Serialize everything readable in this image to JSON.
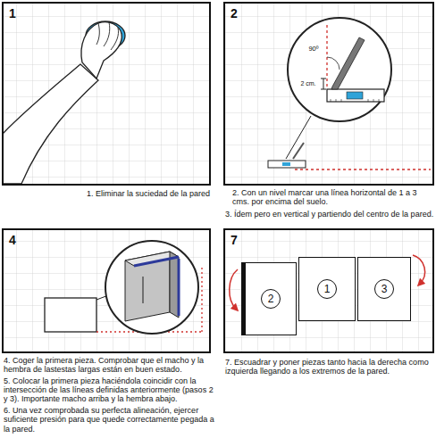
{
  "diagram": {
    "nodes": [
      {
        "text": [
          "1"
        ]
      },
      {
        "text": [
          "2"
        ]
      },
      {
        "text": [
          "4"
        ]
      },
      {
        "text": [
          "7"
        ]
      },
      {
        "text": [
          "2"
        ],
        "in": 3
      },
      {
        "text": [
          "1"
        ],
        "in": 3
      },
      {
        "text": [
          "3"
        ],
        "in": 3
      }
    ],
    "labels": [
      "1. Eliminar la suciedad de la pared",
      "90º",
      "2 cm.",
      "2. Con un nivel marcar una línea horizontal de 1 a 3 cms. por encima del suelo.",
      "3. Ídem pero en vertical y partiendo del centro de la pared.",
      "4. Coger la primera pieza. Comprobar que el macho y la hembra de lastestas largas están en buen estado.",
      "5. Colocar la primera pieza haciéndola coincidir con la intersección de las líneas definidas anteriormente (pasos 2 y 3). Importante macho arriba y la hembra abajo.",
      "6. Una vez comprobada su perfecta alineación, ejercer suficiente presión para que quede correctamente pegada a la pared.",
      "7. Escuadrar y poner piezas tanto hacia la derecha como izquierda llegando a los extremos de la pared."
    ]
  }
}
